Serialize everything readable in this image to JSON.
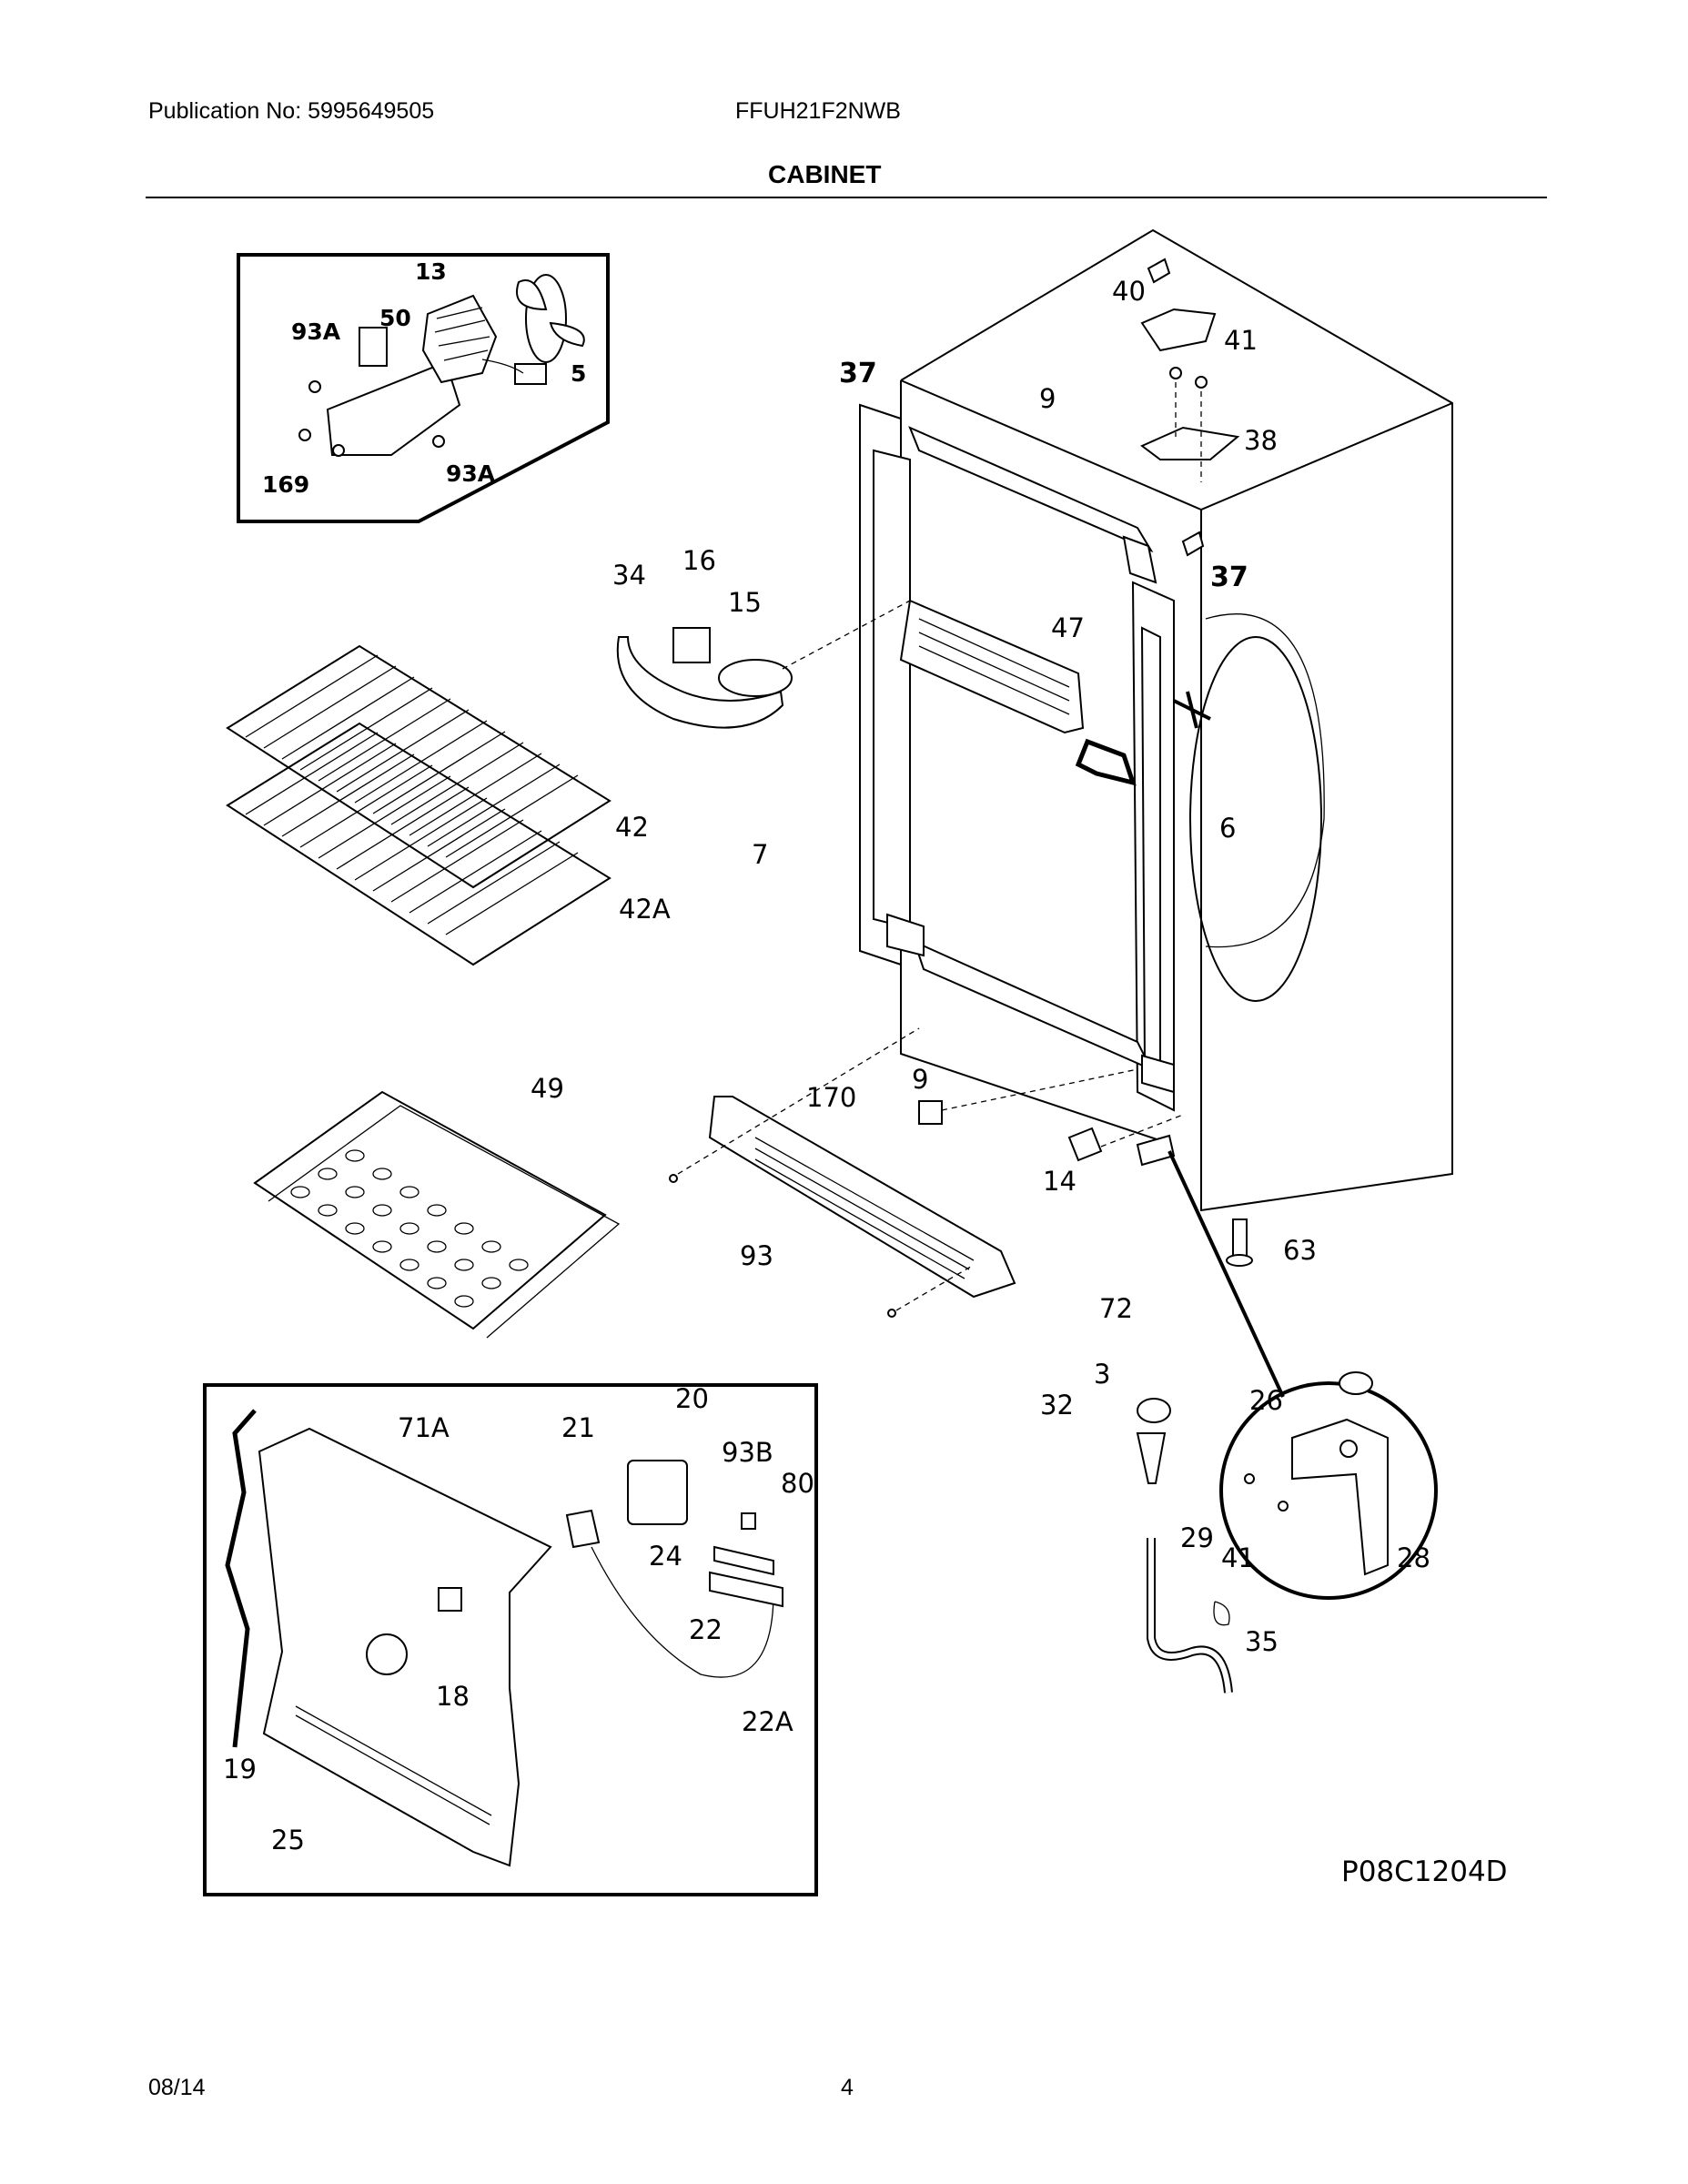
{
  "header": {
    "publication": "Publication No: 5995649505",
    "model": "FFUH21F2NWB",
    "section_title": "CABINET"
  },
  "footer": {
    "date": "08/14",
    "page": "4"
  },
  "diagram_code": "P08C1204D",
  "callouts": {
    "c13": "13",
    "c93a_1": "93A",
    "c50": "50",
    "c5": "5",
    "c169": "169",
    "c93a_2": "93A",
    "c37_top": "37",
    "c37_right": "37",
    "c9_top": "9",
    "c9_bottom": "9",
    "c40": "40",
    "c41_top": "41",
    "c38": "38",
    "c34": "34",
    "c16": "16",
    "c15": "15",
    "c47": "47",
    "c42": "42",
    "c42a": "42A",
    "c7": "7",
    "c6": "6",
    "c49": "49",
    "c170": "170",
    "c14": "14",
    "c63": "63",
    "c93": "93",
    "c72": "72",
    "c3": "3",
    "c32": "32",
    "c29": "29",
    "c35": "35",
    "c26": "26",
    "c41_inset": "41",
    "c28": "28",
    "c71a": "71A",
    "c21": "21",
    "c20": "20",
    "c93b": "93B",
    "c80": "80",
    "c24": "24",
    "c22": "22",
    "c22a": "22A",
    "c18": "18",
    "c19": "19",
    "c25": "25"
  }
}
